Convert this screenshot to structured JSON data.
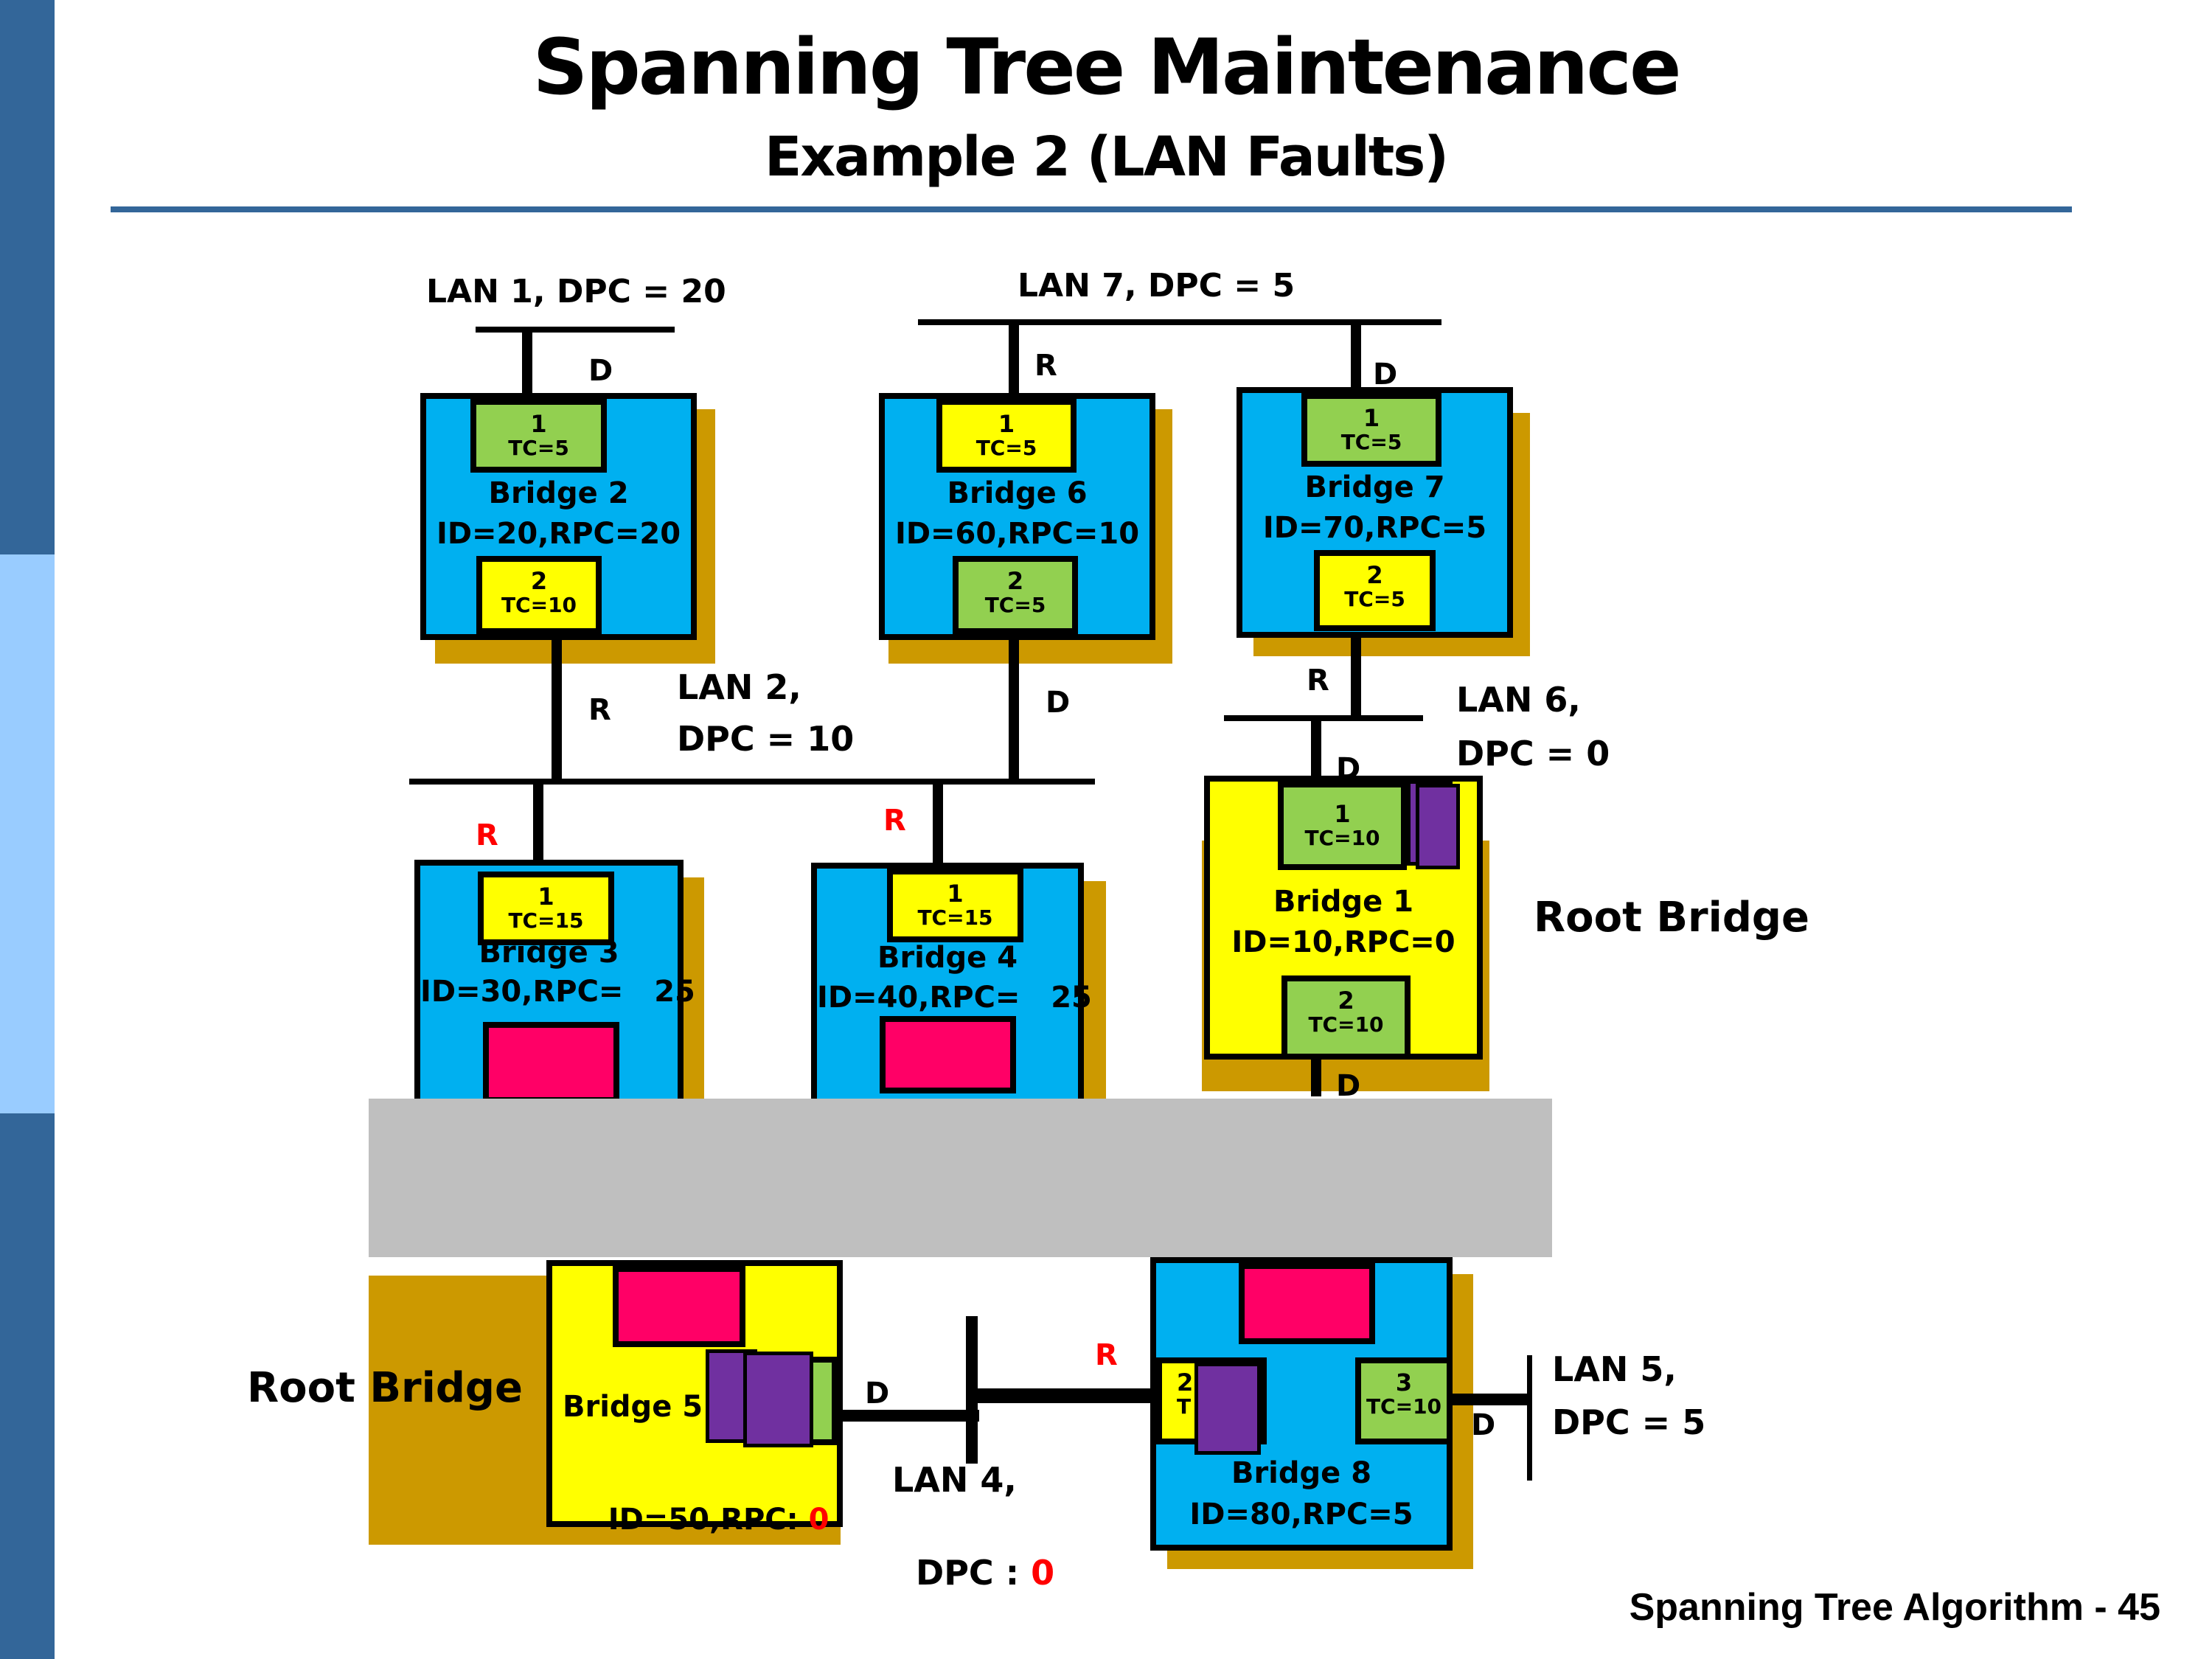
{
  "slide": {
    "title": "Spanning Tree Maintenance",
    "subtitle": "Example 2 (LAN Faults)",
    "footer": "Spanning Tree Algorithm - 45",
    "colors": {
      "sidebar_dark": "#336699",
      "sidebar_light": "#99ccff",
      "bridge_blue": "#00b0f0",
      "bridge_yellow": "#ffff00",
      "port_green": "#92d050",
      "port_yellow": "#ffff00",
      "port_failed": "#ff0066",
      "root_marker_purple": "#7030a0",
      "shadow": "#cc9900",
      "fault_overlay": "#bfbfbf",
      "highlight_red": "#ff0000"
    }
  },
  "lans": {
    "lan1": {
      "label": "LAN 1, DPC = 20"
    },
    "lan7": {
      "label": "LAN 7, DPC = 5"
    },
    "lan2": {
      "line1": "LAN 2,",
      "line2": "DPC = 10"
    },
    "lan6": {
      "line1": "LAN 6,",
      "line2": "DPC = 0"
    },
    "lan4": {
      "line1": "LAN 4,",
      "line2_prefix": "DPC : ",
      "line2_value": "0"
    },
    "lan5": {
      "line1": "LAN 5,",
      "line2": "DPC = 5"
    }
  },
  "port_roles": {
    "b2_p1": "D",
    "b2_p2": "R",
    "b6_p1": "R",
    "b6_p2": "D",
    "b7_p1": "D",
    "b7_p2": "R",
    "b1_p1": "D",
    "b1_p2": "D",
    "b3_p1": "R",
    "b4_p1": "R",
    "b5_p": "D",
    "b8_p2": "R",
    "b8_p3": "D"
  },
  "bridges": {
    "b2": {
      "name": "Bridge 2",
      "info": "ID=20,RPC=20",
      "ports": [
        {
          "num": "1",
          "tc": "TC=5"
        },
        {
          "num": "2",
          "tc": "TC=10"
        }
      ]
    },
    "b6": {
      "name": "Bridge 6",
      "info": "ID=60,RPC=10",
      "ports": [
        {
          "num": "1",
          "tc": "TC=5"
        },
        {
          "num": "2",
          "tc": "TC=5"
        }
      ]
    },
    "b7": {
      "name": "Bridge 7",
      "info": "ID=70,RPC=5",
      "ports": [
        {
          "num": "1",
          "tc": "TC=5"
        },
        {
          "num": "2",
          "tc": "TC=5"
        }
      ]
    },
    "b1": {
      "name": "Bridge 1",
      "info": "ID=10,RPC=0",
      "role": "Root Bridge",
      "ports": [
        {
          "num": "1",
          "tc": "TC=10"
        },
        {
          "num": "2",
          "tc": "TC=10"
        }
      ]
    },
    "b3": {
      "name": "Bridge 3",
      "info": "ID=30,RPC=   25",
      "ports": [
        {
          "num": "1",
          "tc": "TC=15"
        }
      ]
    },
    "b4": {
      "name": "Bridge 4",
      "info": "ID=40,RPC=   25",
      "ports": [
        {
          "num": "1",
          "tc": "TC=15"
        }
      ]
    },
    "b5": {
      "name": "Bridge 5",
      "info_prefix": "ID=50,RPC: ",
      "info_value": "0",
      "role": "Root Bridge"
    },
    "b8": {
      "name": "Bridge 8",
      "info": "ID=80,RPC=5",
      "ports": [
        {
          "num": "2",
          "tc": "T"
        },
        {
          "num": "3",
          "tc": "TC=10"
        }
      ]
    }
  }
}
